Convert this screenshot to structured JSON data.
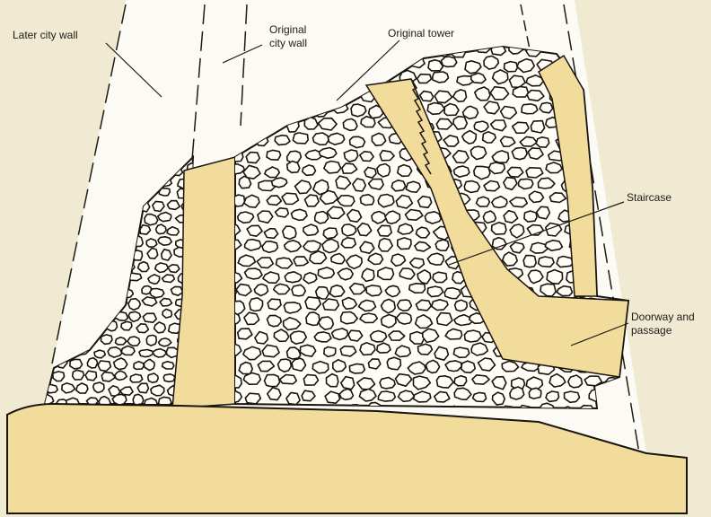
{
  "labels": {
    "later_city_wall": "Later city wall",
    "original_city_wall": [
      "Original",
      "city wall"
    ],
    "original_tower": "Original tower",
    "staircase": "Staircase",
    "doorway_and_passage": [
      "Doorway and",
      "passage"
    ]
  },
  "colors": {
    "page_background": "#f0ead2",
    "sky_white": "#fbfaf5",
    "sand_fill": "#f2dc9c",
    "stone_fill": "#fffdf6",
    "stone_outline": "#1a140e",
    "line": "#1f1b16"
  }
}
